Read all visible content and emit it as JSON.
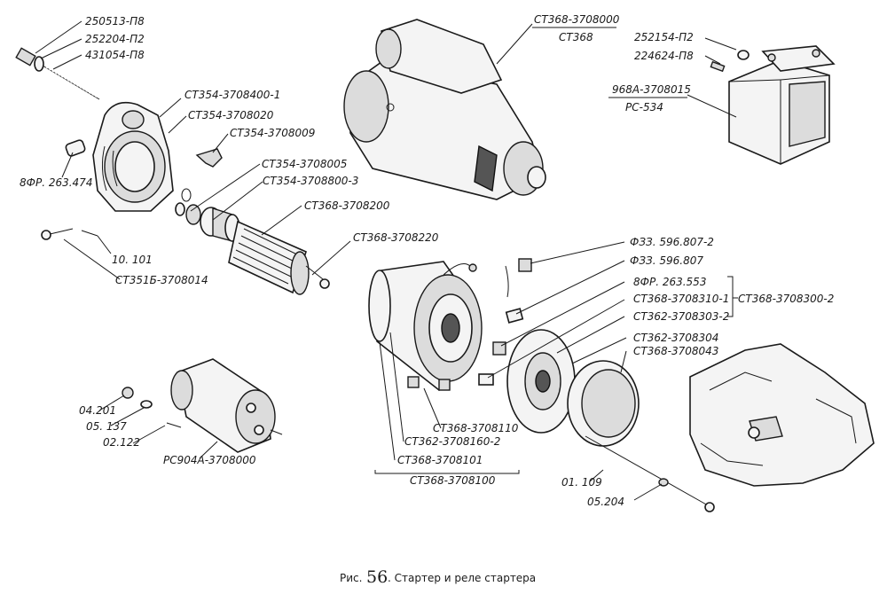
{
  "caption": {
    "prefix": "Рис.",
    "number": "56",
    "text": ". Стартер и реле стартера"
  },
  "labels": {
    "l_250513": "250513-П8",
    "l_252204": "252204-П2",
    "l_431054": "431054-П8",
    "l_ct354_400": "СТ354-3708400-1",
    "l_ct354_020": "СТ354-3708020",
    "l_ct354_009": "СТ354-3708009",
    "l_8fr263474": "8ФР. 263.474",
    "l_ct354_005": "СТ354-3708005",
    "l_ct354_800": "СТ354-3708800-3",
    "l_ct368_200": "СТ368-3708200",
    "l_10101": "10. 101",
    "l_ct368_220": "СТ368-3708220",
    "l_ct3516_014": "СТ351Б-3708014",
    "l_ct368_000a": "СТ368-3708000",
    "l_ct368_000b": "СТ368",
    "l_252154": "252154-П2",
    "l_224624": "224624-П8",
    "l_968a_015": "968А-3708015",
    "l_pc534": "РС-534",
    "l_f33_807_2": "ФЗЗ. 596.807-2",
    "l_f33_807": "ФЗЗ. 596.807",
    "l_8fr263553": "8ФР. 263.553",
    "l_ct368_310": "СТ368-3708310-1",
    "l_ct368_300": "СТ368-3708300-2",
    "l_ct362_303": "СТ362-3708303-2",
    "l_ct362_304": "СТ362-3708304",
    "l_ct368_043": "СТ368-3708043",
    "l_04201": "04.201",
    "l_05137": "05. 137",
    "l_02122": "02.122",
    "l_pc904a": "РС904А-3708000",
    "l_ct368_110": "СТ368-3708110",
    "l_ct362_160": "СТ362-3708160-2",
    "l_ct368_101": "СТ368-3708101",
    "l_ct368_100": "СТ368-3708100",
    "l_01109": "01. 109",
    "l_05204": "05.204"
  },
  "icons": {
    "starter": "starter-assembly-icon",
    "relay": "relay-icon",
    "solenoid": "traction-relay-icon",
    "armature": "armature-icon",
    "housing": "stator-housing-icon",
    "engine": "engine-block-icon"
  }
}
